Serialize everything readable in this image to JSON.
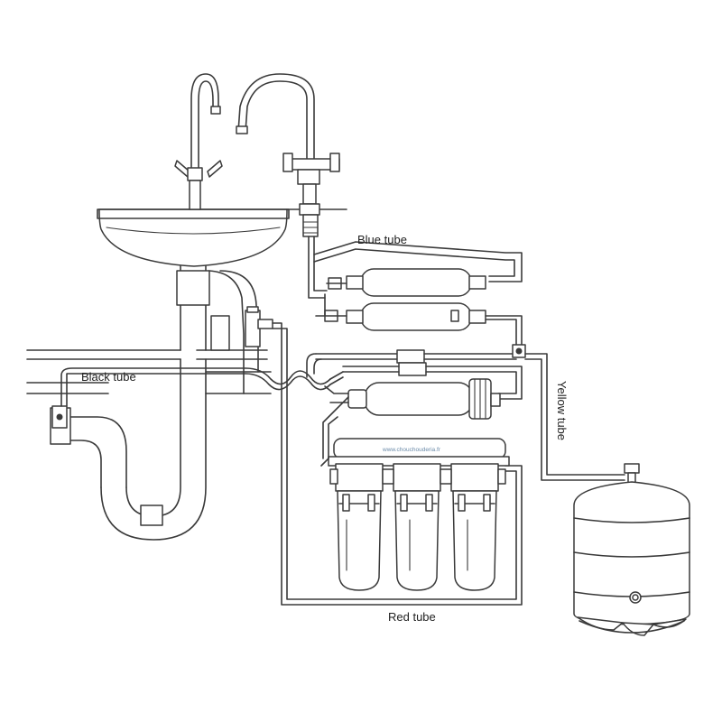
{
  "labels": {
    "blue_tube": "Blue tube",
    "black_tube": "Black tube",
    "yellow_tube": "Yellow tube",
    "red_tube": "Red tube",
    "watermark": "www.chouchouderia.fr"
  },
  "colors": {
    "line": "#3a3a3a",
    "background": "#ffffff",
    "watermark": "#6a8aa8"
  }
}
